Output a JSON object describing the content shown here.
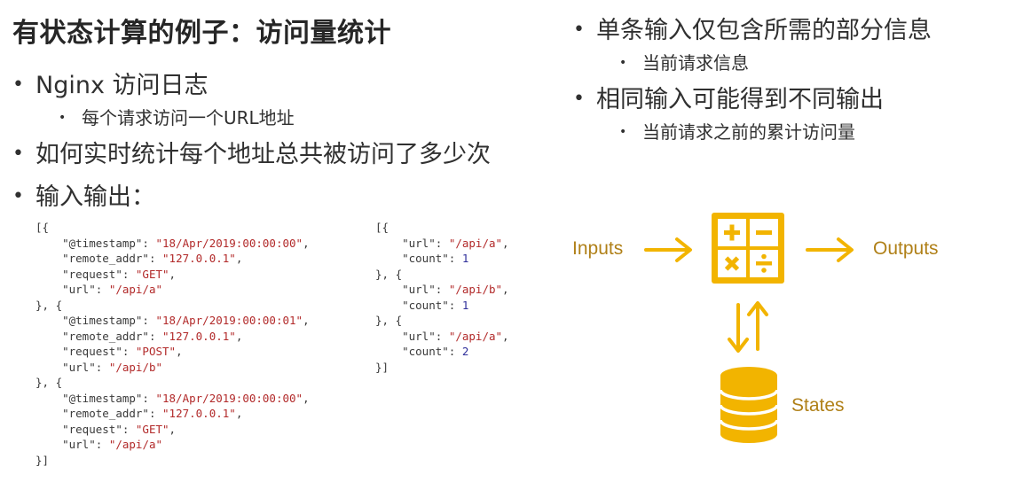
{
  "title": "有状态计算的例子：访问量统计",
  "left_bullets": [
    {
      "text": "Nginx 访问日志",
      "level": 1
    },
    {
      "text": "每个请求访问一个URL地址",
      "level": 2
    },
    {
      "text": "如何实时统计每个地址总共被访问了多少次",
      "level": 1
    },
    {
      "text": "输入输出：",
      "level": 1
    }
  ],
  "right_bullets": [
    {
      "text": "单条输入仅包含所需的部分信息",
      "level": 1
    },
    {
      "text": "当前请求信息",
      "level": 2
    },
    {
      "text": "相同输入可能得到不同输出",
      "level": 1
    },
    {
      "text": "当前请求之前的累计访问量",
      "level": 2
    }
  ],
  "input_records": [
    {
      "timestamp": "\"18/Apr/2019:00:00:00\"",
      "remote_addr": "\"127.0.0.1\"",
      "request": "\"GET\"",
      "url": "\"/api/a\""
    },
    {
      "timestamp": "\"18/Apr/2019:00:00:01\"",
      "remote_addr": "\"127.0.0.1\"",
      "request": "\"POST\"",
      "url": "\"/api/b\""
    },
    {
      "timestamp": "\"18/Apr/2019:00:00:00\"",
      "remote_addr": "\"127.0.0.1\"",
      "request": "\"GET\"",
      "url": "\"/api/a\""
    }
  ],
  "input_keys": {
    "timestamp": "\"@timestamp\"",
    "remote_addr": "\"remote_addr\"",
    "request": "\"request\"",
    "url": "\"url\""
  },
  "output_records": [
    {
      "url": "\"/api/a\"",
      "count": "1"
    },
    {
      "url": "\"/api/b\"",
      "count": "1"
    },
    {
      "url": "\"/api/a\"",
      "count": "2"
    }
  ],
  "output_keys": {
    "url": "\"url\"",
    "count": "\"count\""
  },
  "diagram": {
    "inputs_label": "Inputs",
    "outputs_label": "Outputs",
    "states_label": "States",
    "accent_color": "#f2b400",
    "label_color": "#b08018"
  },
  "icons": {
    "calculator": "calculator-icon",
    "database": "database-icon",
    "arrow_right": "arrow-right-icon",
    "arrow_updown": "arrow-up-down-icon",
    "bullet": "bullet-icon"
  }
}
